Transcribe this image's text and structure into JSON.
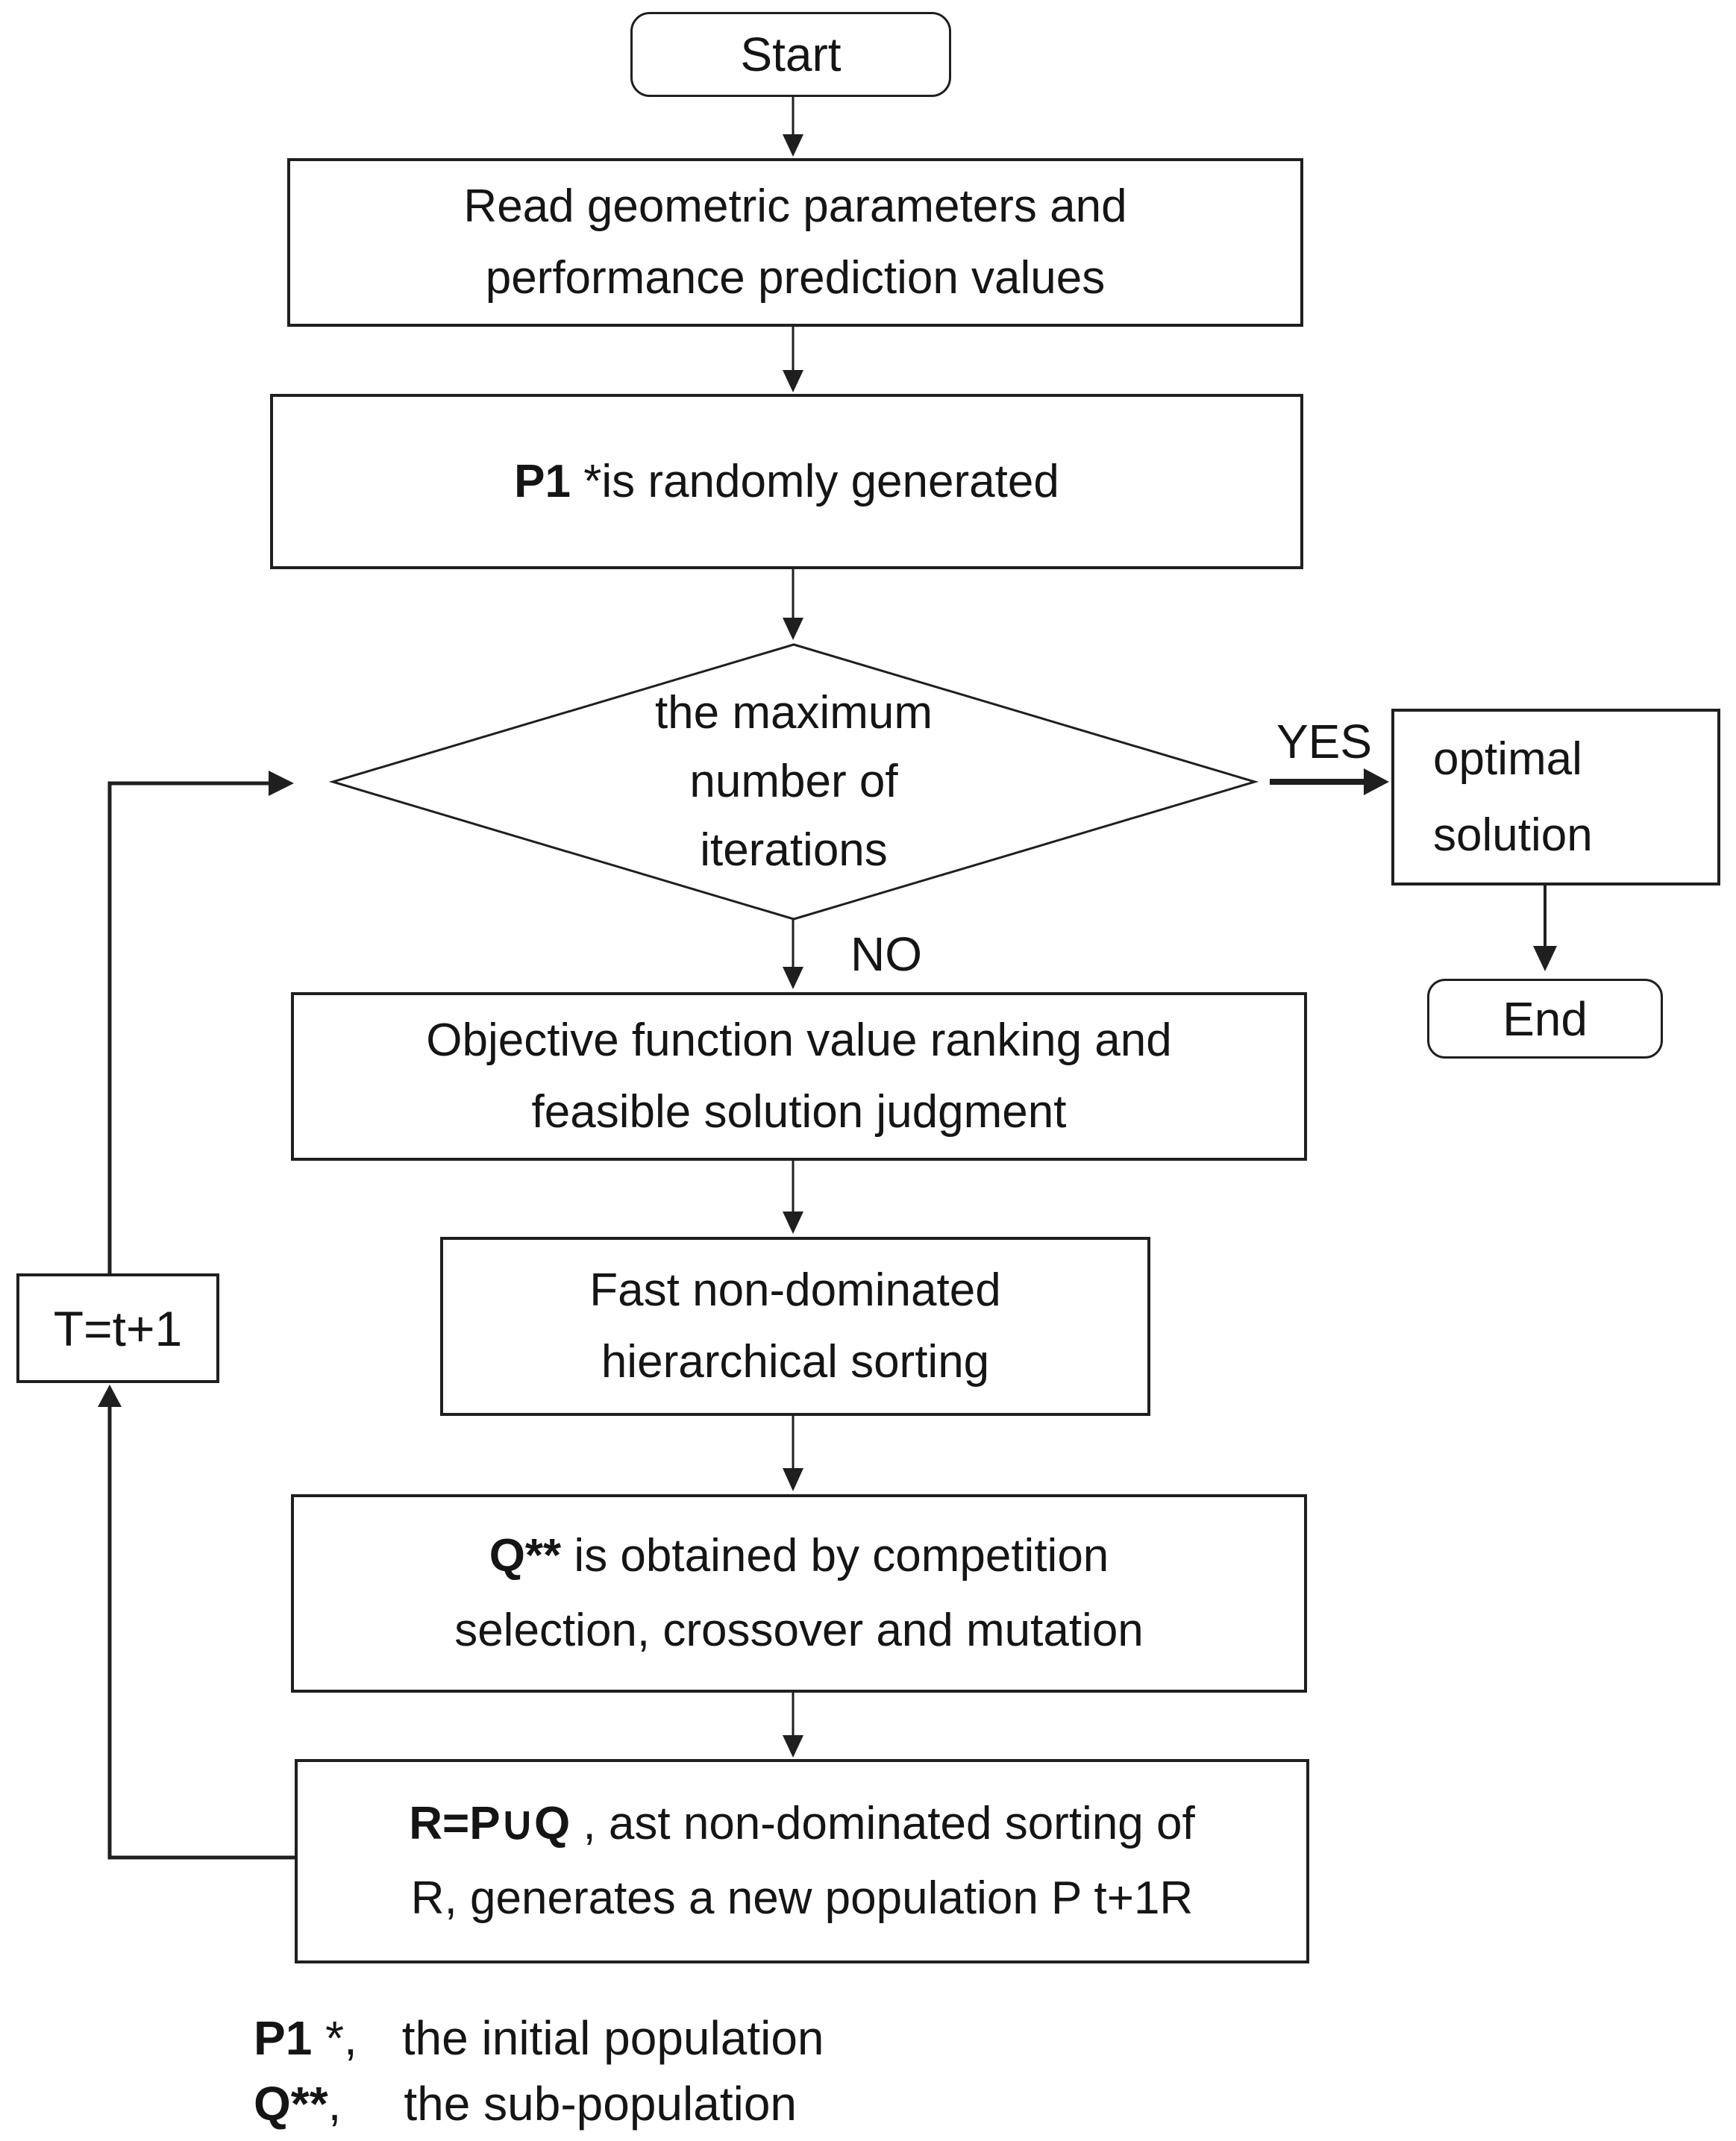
{
  "page": {
    "background_color": "#ffffff",
    "line_color": "#1f1f1f",
    "text_color": "#151515"
  },
  "flowchart": {
    "nodes": {
      "start": {
        "label": "Start"
      },
      "read": {
        "line1": "Read geometric parameters and",
        "line2": "performance prediction values"
      },
      "p1": {
        "bold": "P1",
        "rest": " *is randomly generated"
      },
      "decision": {
        "line1": "the maximum",
        "line2": "number of",
        "line3": "iterations"
      },
      "optimal": {
        "line1": "optimal",
        "line2": "solution"
      },
      "end": {
        "label": "End"
      },
      "objective": {
        "line1": "Objective function value ranking and",
        "line2": "feasible solution judgment"
      },
      "fast": {
        "line1": "Fast non-dominated",
        "line2": "hierarchical sorting"
      },
      "q": {
        "bold": "Q**",
        "rest": " is obtained by competition",
        "line2": "selection, crossover and mutation"
      },
      "r": {
        "bold": "R=P∪Q",
        "rest": " ,  ast non-dominated sorting of",
        "line2": "R, generates a new population P t+1R"
      },
      "t": {
        "label": "T=t+1"
      }
    },
    "labels": {
      "yes": "YES",
      "no": "NO"
    },
    "legend": [
      {
        "term": "P1",
        "suffix": " *,",
        "desc": "the initial population"
      },
      {
        "term": "Q**",
        "suffix": ",",
        "desc": "the sub-population"
      }
    ]
  }
}
